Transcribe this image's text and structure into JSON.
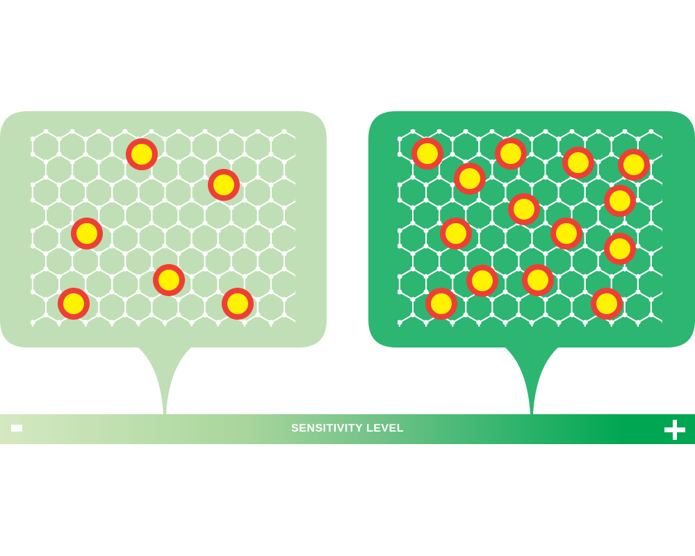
{
  "title": "Sensitivity level comparison",
  "scale": {
    "label": "SENSITIVITY LEVEL",
    "low_icon": "minus-icon",
    "high_icon": "plus-icon"
  },
  "panels": [
    {
      "name": "low-sensitivity",
      "color": "#c1dfb6",
      "detected_particles": 6
    },
    {
      "name": "high-sensitivity",
      "color": "#2db572",
      "detected_particles": 14
    }
  ],
  "colors": {
    "particle_outer": "#ee3f36",
    "particle_inner": "#fff200",
    "lattice": "#ffffff"
  }
}
